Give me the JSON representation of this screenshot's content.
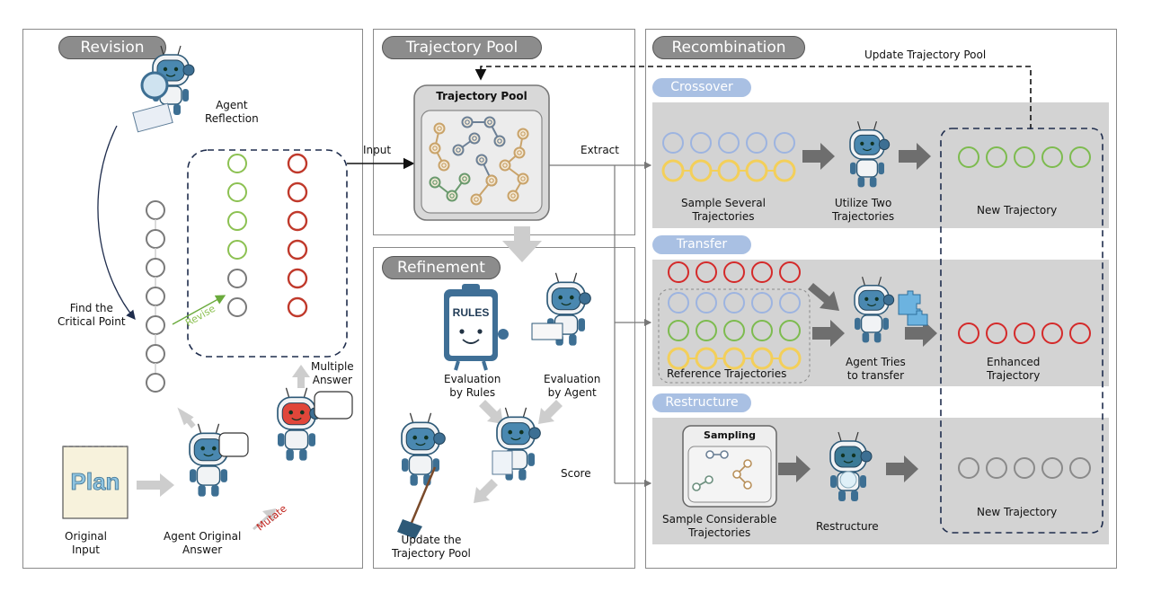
{
  "panels": {
    "revision": {
      "title": "Revision",
      "agent_reflection": "Agent\nReflection",
      "find_critical_point": "Find the\nCritical Point",
      "revise_label": "Revise",
      "multiple_answer": "Multiple\nAnswer",
      "original_input": "Original\nInput",
      "agent_original_answer": "Agent Original\nAnswer",
      "mutate_label": "Mutate",
      "plan_card_text": "Plan",
      "original_trajectory_nodes": 7,
      "revised_trajectory": {
        "green_nodes": 4,
        "gray_nodes": 2
      },
      "mutated_trajectory_nodes": 6
    },
    "trajectory_pool": {
      "title": "Trajectory Pool",
      "pool_box_title": "Trajectory Pool",
      "input_label": "Input",
      "extract_label": "Extract"
    },
    "refinement": {
      "title": "Refinement",
      "rules_board_text": "RULES",
      "evaluation_by_rules": "Evaluation\nby Rules",
      "evaluation_by_agent": "Evaluation\nby Agent",
      "score": "Score",
      "update_pool": "Update the\nTrajectory Pool"
    },
    "recombination": {
      "title": "Recombination",
      "update_pool_feedback": "Update Trajectory Pool",
      "crossover": {
        "title": "Crossover",
        "sample_label": "Sample Several\nTrajectories",
        "agent_label": "Utilize Two\nTrajectories",
        "result_label": "New Trajectory",
        "input_rows": [
          "blue",
          "yellow"
        ],
        "result_color": "green"
      },
      "transfer": {
        "title": "Transfer",
        "reference_label": "Reference Trajectories",
        "agent_label": "Agent Tries\nto transfer",
        "result_label": "Enhanced\nTrajectory",
        "target_row": "red",
        "reference_rows": [
          "blue",
          "green",
          "yellow"
        ],
        "result_color": "red"
      },
      "restructure": {
        "title": "Restructure",
        "sampling_box_title": "Sampling",
        "sample_label": "Sample Considerable\nTrajectories",
        "agent_label": "Restructure",
        "result_label": "New Trajectory",
        "result_color": "gray"
      }
    }
  },
  "colors": {
    "gray": "#7a7a7a",
    "green": "#8cc152",
    "dark_green": "#5aaa3c",
    "red": "#c0392b",
    "bright_red": "#e02020",
    "blue": "#9db4e0",
    "yellow": "#f3cf5a",
    "navy_dash": "#1f2d4d",
    "pill_gray": "#8c8c8c",
    "subpill_blue": "#a9c0e3",
    "band_gray": "#d3d3d3",
    "arrow_gray": "#cfcfcf",
    "arrow_dark": "#707070"
  }
}
